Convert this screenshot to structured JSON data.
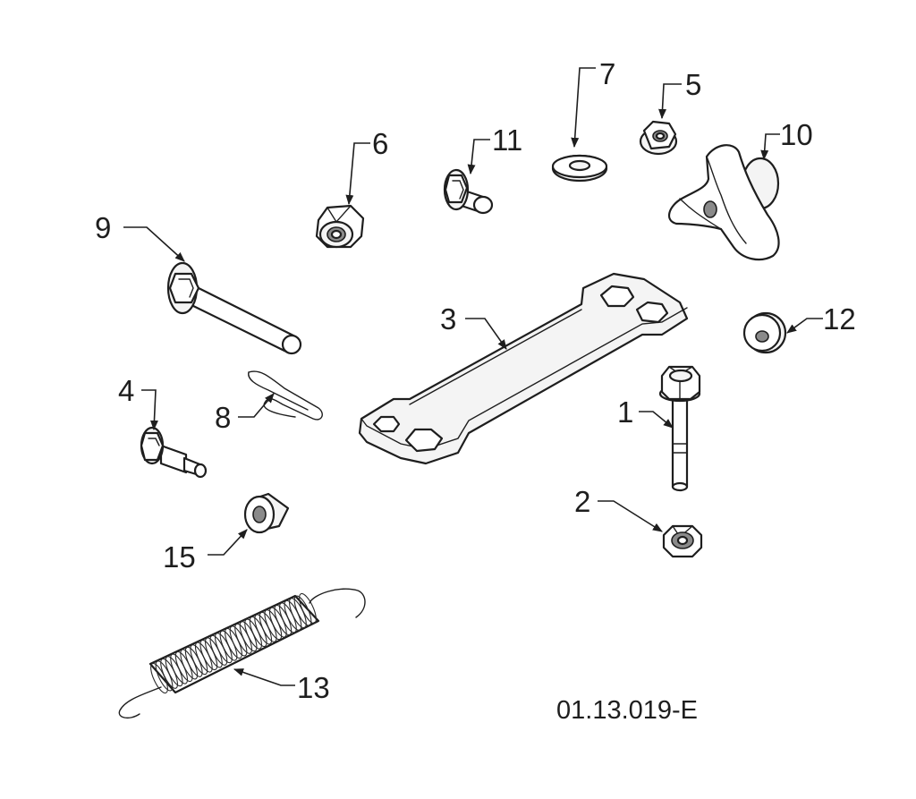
{
  "callouts": {
    "c1": "1",
    "c2": "2",
    "c3": "3",
    "c4": "4",
    "c5": "5",
    "c6": "6",
    "c7": "7",
    "c8": "8",
    "c9": "9",
    "c10": "10",
    "c11": "11",
    "c12": "12",
    "c13": "13",
    "c15": "15"
  },
  "drawing_code": "01.13.019-E"
}
